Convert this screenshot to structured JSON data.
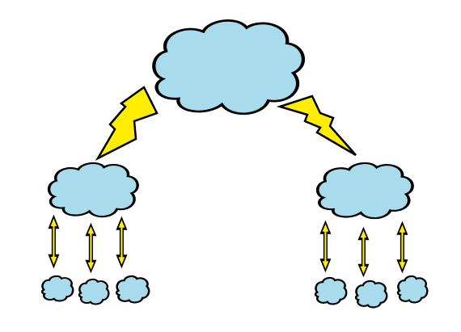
{
  "colors": {
    "background": "#ffffff",
    "cloud_fill": "#a8dcec",
    "cloud_stroke": "#000000",
    "bolt_fill": "#ffee00",
    "arrow_fill": "#ffee00",
    "outline": "#000000"
  },
  "diagram": {
    "icons": {
      "cloud": "cloud-icon",
      "bolt": "lightning-bolt-icon",
      "arrow": "double-headed-arrow-icon"
    },
    "top_cloud": {
      "name": "top-cloud"
    },
    "left_group": {
      "name": "left-cloud-group",
      "child_count": 3
    },
    "right_group": {
      "name": "right-cloud-group",
      "child_count": 3
    },
    "connections": [
      {
        "from": "top-cloud",
        "to": "left-cloud",
        "symbol": "lightning-bolt"
      },
      {
        "from": "top-cloud",
        "to": "right-cloud",
        "symbol": "lightning-bolt"
      }
    ],
    "child_links": "double-headed-arrow"
  }
}
